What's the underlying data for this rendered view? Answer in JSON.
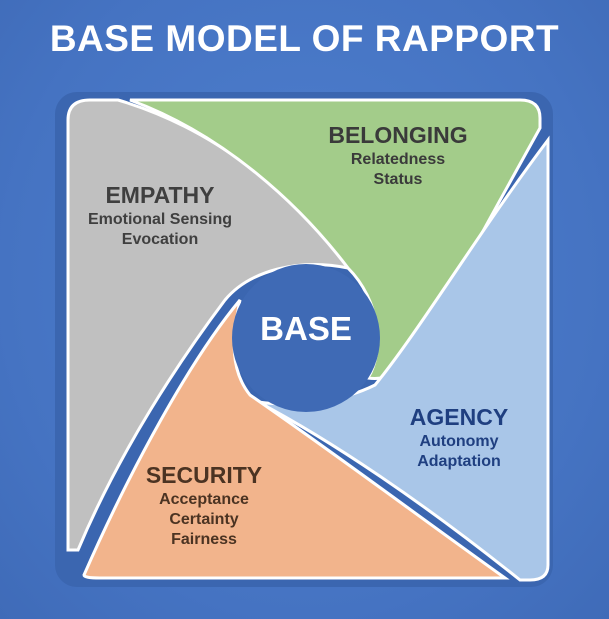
{
  "title": "BASE MODEL OF RAPPORT",
  "center_label": "BASE",
  "colors": {
    "background": "#4a79c8",
    "empathy": "#c0c0c0",
    "belonging": "#a3cc8a",
    "agency": "#a9c6e8",
    "security": "#f2b48c"
  },
  "quadrants": {
    "empathy": {
      "title": "EMPATHY",
      "items": [
        "Emotional Sensing",
        "Evocation"
      ]
    },
    "belonging": {
      "title": "BELONGING",
      "items": [
        "Relatedness",
        "Status"
      ]
    },
    "agency": {
      "title": "AGENCY",
      "items": [
        "Autonomy",
        "Adaptation"
      ]
    },
    "security": {
      "title": "SECURITY",
      "items": [
        "Acceptance",
        "Certainty",
        "Fairness"
      ]
    }
  }
}
